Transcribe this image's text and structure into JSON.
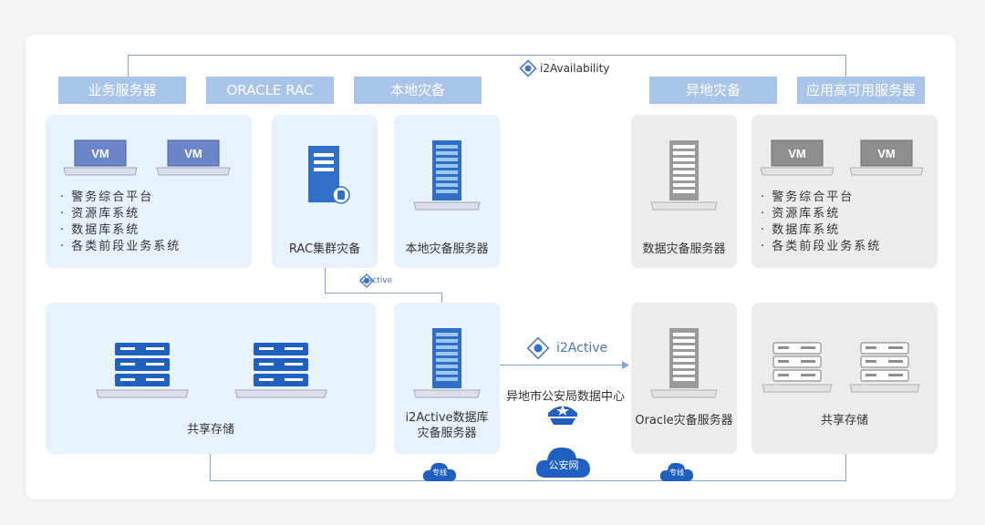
{
  "colors": {
    "header": "#a8c4e8",
    "blue_panel": "#e8f2fc",
    "gray_panel": "#ececec",
    "accent": "#4472c4",
    "line": "#7fa4d8"
  },
  "top_link": {
    "label": "i2Availability"
  },
  "headers": {
    "business": "业务服务器",
    "oracle": "ORACLE RAC",
    "local": "本地灾备",
    "remote": "异地灾备",
    "ha": "应用高可用服务器"
  },
  "vm_label": "VM",
  "business_systems": [
    "警务综合平台",
    "资源库系统",
    "数据库系统",
    "各类前段业务系统"
  ],
  "ha_systems": [
    "警务综合平台",
    "资源库系统",
    "数据库系统",
    "各类前段业务系统"
  ],
  "labels": {
    "rac": "RAC集群灾备",
    "local_server": "本地灾备服务器",
    "data_server": "数据灾备服务器",
    "shared_storage_left": "共享存储",
    "i2active_server_line1": "i2Active数据库",
    "i2active_server_line2": "灾备服务器",
    "center": "异地市公安局数据中心",
    "oracle_server": "Oracle灾备服务器",
    "shared_storage_right": "共享存储"
  },
  "links": {
    "i2active_small": "i2Active",
    "i2active_main": "i2Active"
  },
  "network": {
    "public": "公安网",
    "private_left": "专线",
    "private_right": "专线"
  }
}
